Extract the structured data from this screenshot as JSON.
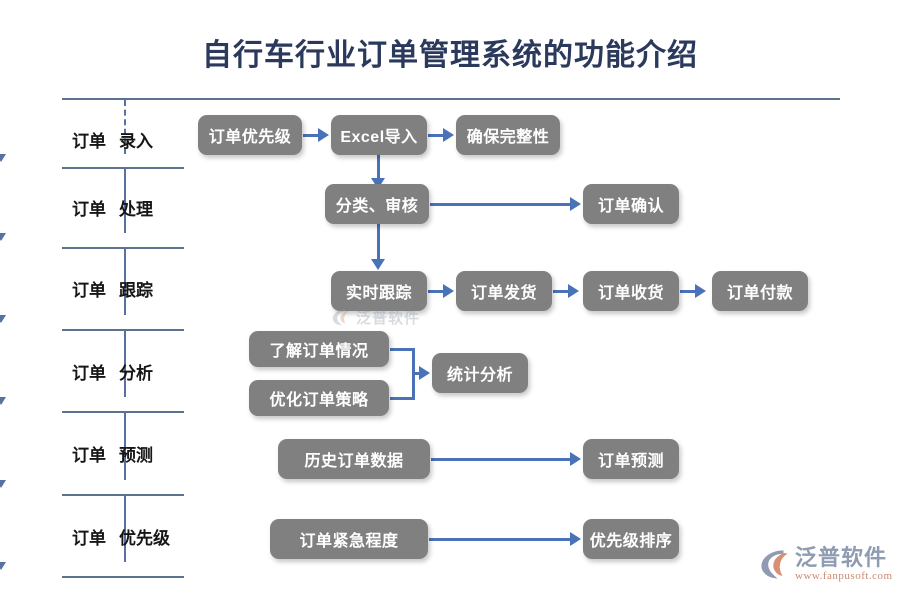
{
  "title": "自行车行业订单管理系统的功能介绍",
  "colors": {
    "title": "#2b3a5c",
    "node_fill": "#808080",
    "node_text": "#ffffff",
    "arrow": "#4a72b8",
    "rail": "#5c7290",
    "logo_text": "#8e9bb0",
    "logo_url": "#c98a72",
    "logo_swoosh": "#d98f74"
  },
  "stages": [
    {
      "prefix": "订单",
      "name": "录入"
    },
    {
      "prefix": "订单",
      "name": "处理"
    },
    {
      "prefix": "订单",
      "name": "跟踪"
    },
    {
      "prefix": "订单",
      "name": "分析"
    },
    {
      "prefix": "订单",
      "name": "预测"
    },
    {
      "prefix": "订单",
      "name": "优先级"
    }
  ],
  "rows": [
    {
      "stage": "录入",
      "nodes": [
        {
          "label": "订单优先级"
        },
        {
          "label": "Excel导入"
        },
        {
          "label": "确保完整性"
        }
      ]
    },
    {
      "stage": "处理",
      "nodes": [
        {
          "label": "分类、审核"
        },
        {
          "label": "订单确认"
        }
      ]
    },
    {
      "stage": "跟踪",
      "nodes": [
        {
          "label": "实时跟踪"
        },
        {
          "label": "订单发货"
        },
        {
          "label": "订单收货"
        },
        {
          "label": "订单付款"
        }
      ]
    },
    {
      "stage": "分析",
      "nodes": [
        {
          "label": "了解订单情况"
        },
        {
          "label": "优化订单策略"
        },
        {
          "label": "统计分析"
        }
      ]
    },
    {
      "stage": "预测",
      "nodes": [
        {
          "label": "历史订单数据"
        },
        {
          "label": "订单预测"
        }
      ]
    },
    {
      "stage": "优先级",
      "nodes": [
        {
          "label": "订单紧急程度"
        },
        {
          "label": "优先级排序"
        }
      ]
    }
  ],
  "nodes": {
    "order_priority": "订单优先级",
    "excel_import": "Excel导入",
    "ensure_completeness": "确保完整性",
    "classify_review": "分类、审核",
    "order_confirm": "订单确认",
    "realtime_track": "实时跟踪",
    "order_ship": "订单发货",
    "order_receive": "订单收货",
    "order_payment": "订单付款",
    "understand_orders": "了解订单情况",
    "optimize_strategy": "优化订单策略",
    "statistical_analysis": "统计分析",
    "history_order_data": "历史订单数据",
    "order_forecast": "订单预测",
    "order_urgency": "订单紧急程度",
    "priority_sorting": "优先级排序"
  },
  "watermark": {
    "text": "泛普软件"
  },
  "logo": {
    "name": "泛普软件",
    "url": "www.fanpusoft.com"
  }
}
